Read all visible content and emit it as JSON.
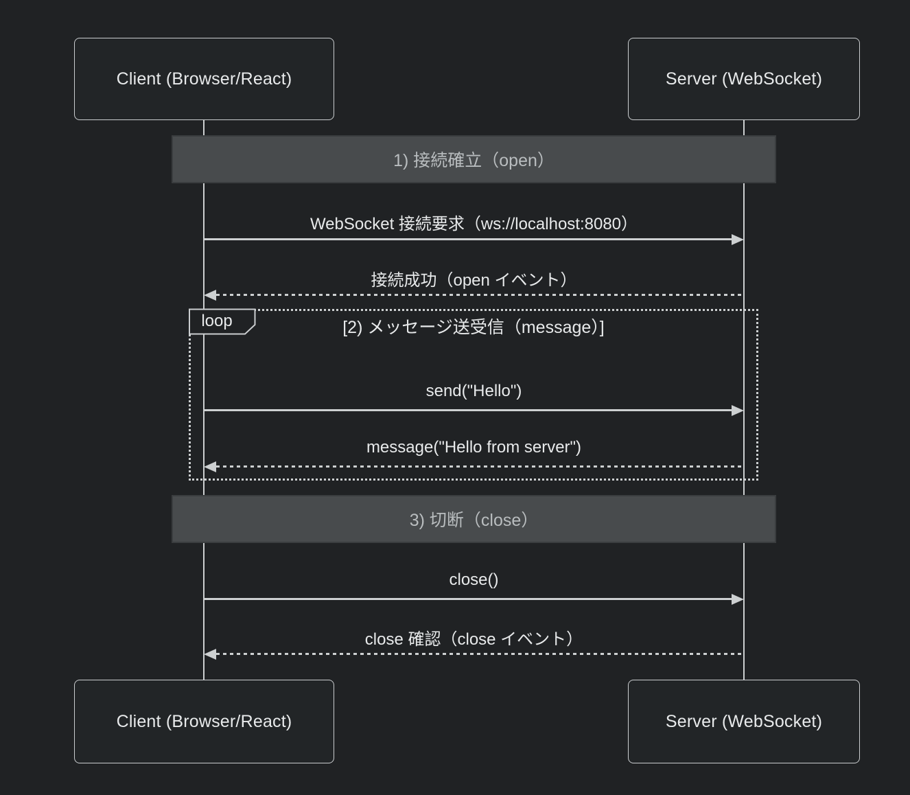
{
  "colors": {
    "bg": "#202224",
    "node-fill": "#222527",
    "node-border": "#cbced0",
    "line": "#cdd0d1",
    "text": "#e8eaeb",
    "band-fill": "#484b4d",
    "band-text": "#b9bdbf"
  },
  "actors": [
    {
      "id": "client",
      "label": "Client (Browser/React)"
    },
    {
      "id": "server",
      "label": "Server (WebSocket)"
    }
  ],
  "sections": [
    {
      "label": "1) 接続確立（open）"
    },
    {
      "label": "3) 切断（close）"
    }
  ],
  "loop": {
    "keyword": "loop",
    "title": "[2) メッセージ送受信（message）]"
  },
  "messages": [
    {
      "from": "client",
      "to": "server",
      "line": "solid",
      "text": "WebSocket 接続要求（ws://localhost:8080）"
    },
    {
      "from": "server",
      "to": "client",
      "line": "dotted",
      "text": "接続成功（open イベント）"
    },
    {
      "from": "client",
      "to": "server",
      "line": "solid",
      "text": "send(\"Hello\")"
    },
    {
      "from": "server",
      "to": "client",
      "line": "dotted",
      "text": "message(\"Hello from server\")"
    },
    {
      "from": "client",
      "to": "server",
      "line": "solid",
      "text": "close()"
    },
    {
      "from": "server",
      "to": "client",
      "line": "dotted",
      "text": "close 確認（close イベント）"
    }
  ]
}
